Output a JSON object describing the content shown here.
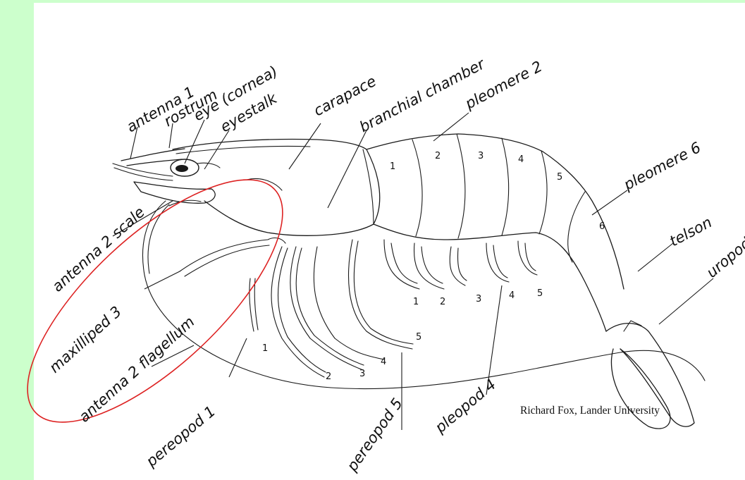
{
  "labels": {
    "antenna1": "antenna 1",
    "rostrum": "rostrum",
    "eye": "eye (cornea)",
    "eyestalk": "eyestalk",
    "carapace": "carapace",
    "branchial_chamber": "branchial chamber",
    "pleomere2": "pleomere 2",
    "pleomere6": "pleomere 6",
    "telson": "telson",
    "uropod": "uropod",
    "antenna2_scale": "antenna 2 scale",
    "maxilliped3": "maxilliped 3",
    "antenna2_flagellum": "antenna 2 flagellum",
    "pereopod1": "pereopod 1",
    "pereopod5": "pereopod 5",
    "pleopod4": "pleopod 4"
  },
  "segment_numbers": [
    "1",
    "2",
    "3",
    "4",
    "5",
    "6"
  ],
  "pleopod_numbers": [
    "1",
    "2",
    "3",
    "4",
    "5"
  ],
  "pereopod_numbers": [
    "1",
    "2",
    "3",
    "4",
    "5"
  ],
  "credit": "Richard Fox, Lander University",
  "colors": {
    "background": "#ccffcc",
    "sheet": "#ffffff",
    "highlight_ellipse": "#dd2222",
    "ink": "#1a1a1a"
  }
}
